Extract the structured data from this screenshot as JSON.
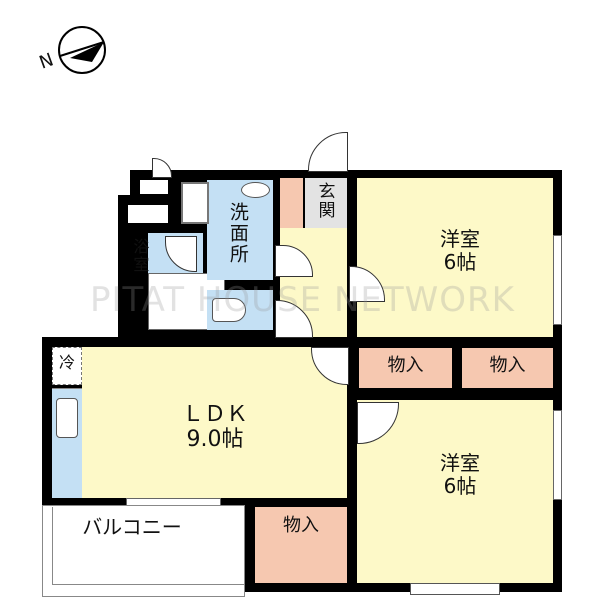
{
  "compass": {
    "label": "N"
  },
  "watermark": "PITAT HOUSE NETWORK",
  "rooms": {
    "western_top": {
      "name": "洋室",
      "size": "6帖"
    },
    "western_bottom": {
      "name": "洋室",
      "size": "6帖"
    },
    "ldk": {
      "name": "ＬＤＫ",
      "size": "9.0帖"
    },
    "bath": "浴室",
    "washroom": "洗面所",
    "entrance": "玄関",
    "closet1": "物入",
    "closet2": "物入",
    "closet3": "物入",
    "balcony": "バルコニー",
    "fridge": "冷"
  },
  "colors": {
    "room": "#fdf9c8",
    "wet": "#c4e0f4",
    "storage": "#f6c8b0",
    "entrance": "#e3e3e3"
  }
}
